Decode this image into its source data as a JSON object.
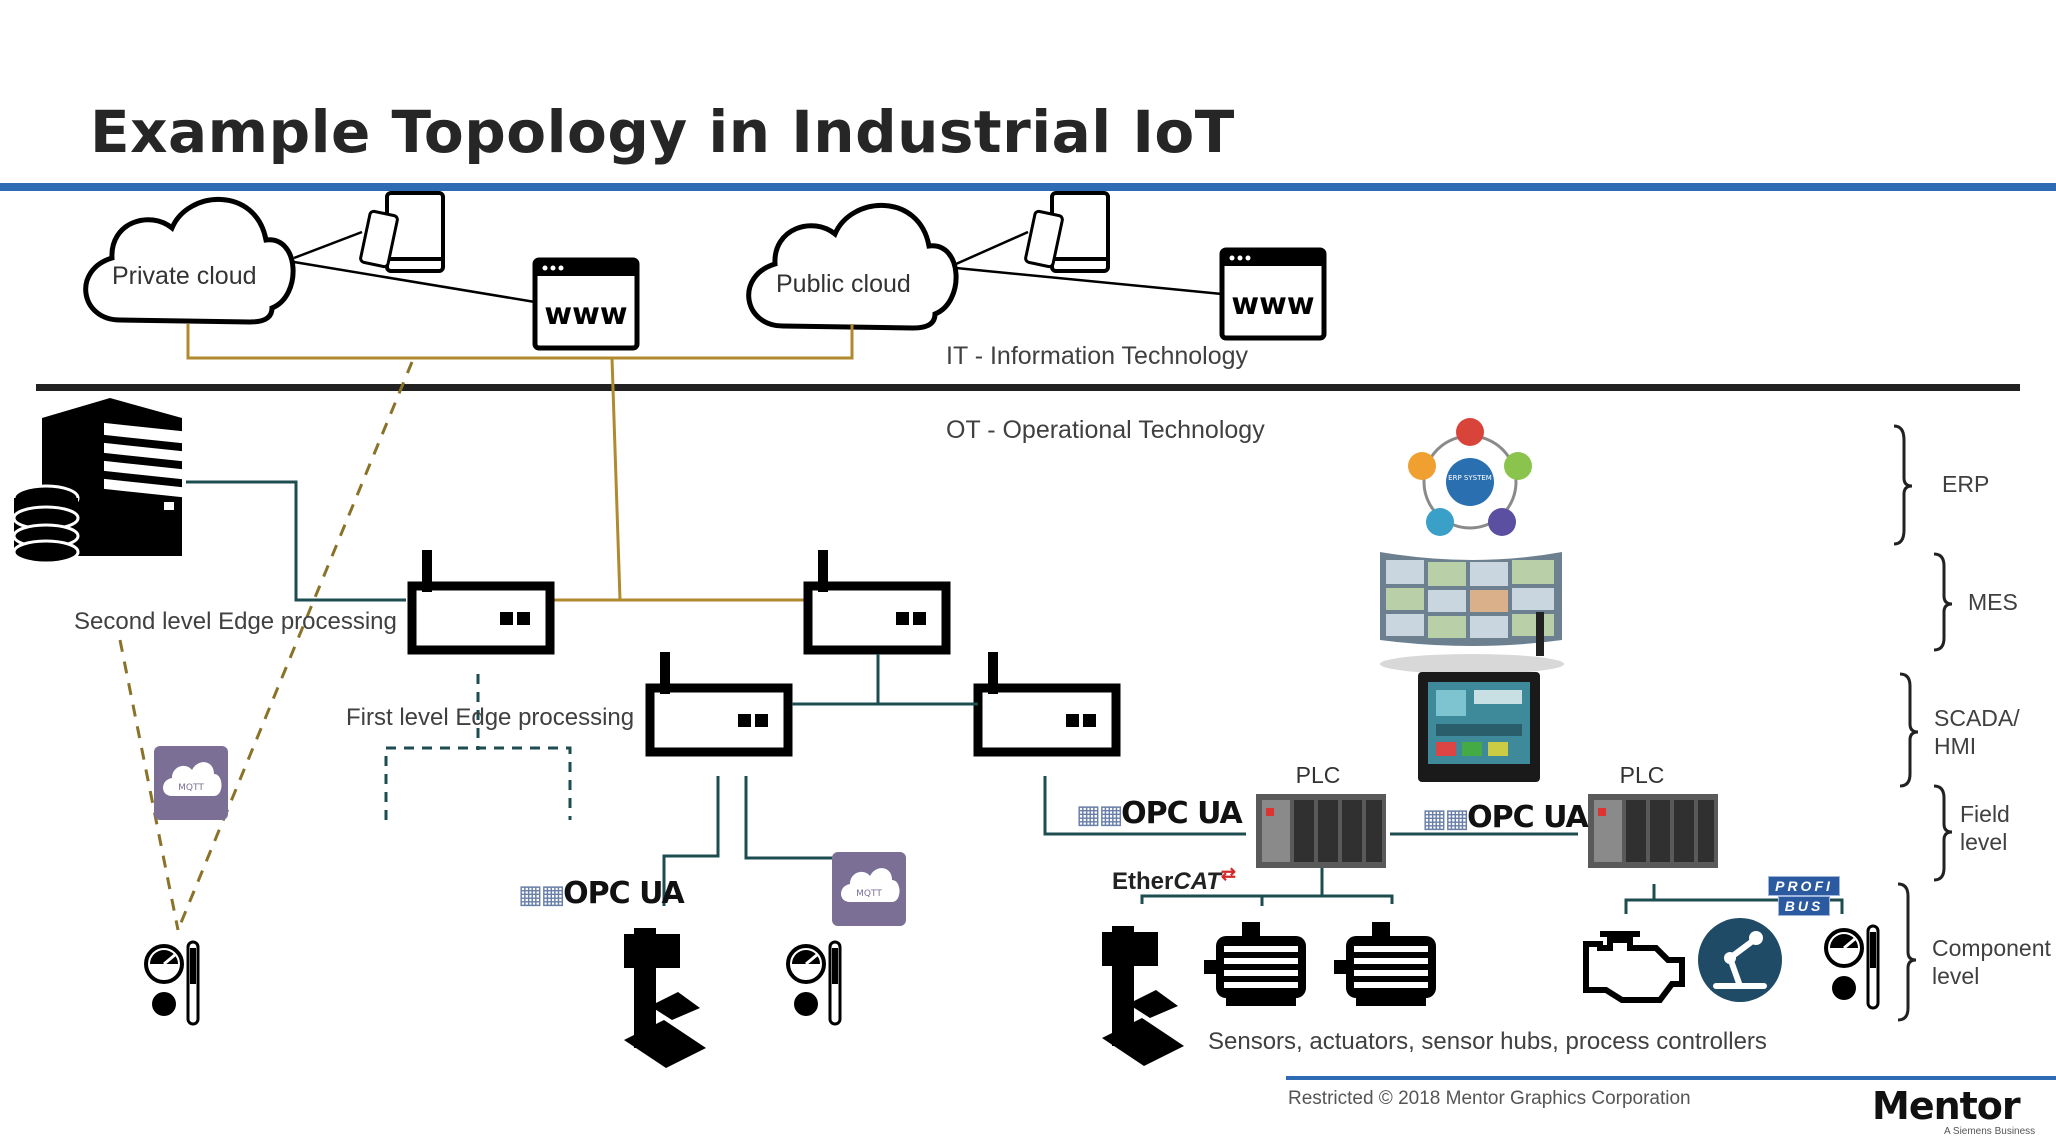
{
  "slide": {
    "title": "Example Topology in Industrial IoT",
    "zones": {
      "it": "IT - Information Technology",
      "ot": "OT - Operational Technology"
    },
    "clouds": {
      "private": "Private cloud",
      "public": "Public cloud"
    },
    "edge": {
      "second_level": "Second level Edge processing",
      "first_level": "First level Edge processing"
    },
    "protocols": {
      "opcua_1": "OPC UA",
      "opcua_2": "OPC UA",
      "opcua_3": "OPC UA",
      "ethercat_prefix": "Ether",
      "ethercat_suffix": "CAT",
      "profibus_top": "PROFI",
      "profibus_bottom": "BUS",
      "mqtt_1": "MQTT",
      "mqtt_2": "MQTT"
    },
    "devices": {
      "plc_1": "PLC",
      "plc_2": "PLC",
      "www_1": "www",
      "www_2": "www"
    },
    "erp_wheel": {
      "center": "ERP SYSTEM"
    },
    "components_caption": "Sensors, actuators, sensor hubs, process controllers",
    "levels": {
      "erp": "ERP",
      "mes": "MES",
      "scada_line1": "SCADA/",
      "scada_line2": "HMI",
      "field_line1": "Field",
      "field_line2": "level",
      "component_line1": "Component",
      "component_line2": "level"
    },
    "footer": {
      "copyright": "Restricted © 2018 Mentor Graphics Corporation",
      "brand": "Mentor",
      "brand_sub": "A Siemens Business"
    },
    "colors": {
      "title_rule": "#2e6bb5",
      "it_ot_divider": "#222222",
      "cloud_link": "#b08a2e",
      "ot_link": "#1d4d4f",
      "mqtt_badge": "#7b6f95",
      "robot_badge": "#1f4b66"
    }
  }
}
